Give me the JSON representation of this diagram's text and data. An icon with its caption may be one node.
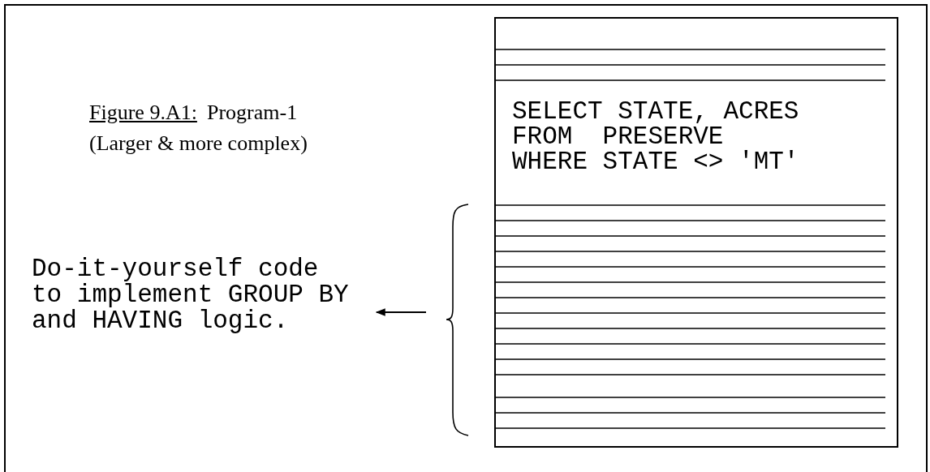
{
  "diagram": {
    "nodes": [
      {
        "text": [
          "SELECT STATE, ACRES",
          "FROM  PRESERVE",
          "WHERE STATE <> 'MT'"
        ]
      },
      {
        "text": [
          "Do-it-yourself code to implement GROUP BY and HAVING logic."
        ]
      }
    ],
    "edges": [
      {
        "from": null,
        "to": 1,
        "arrow": "to"
      }
    ],
    "labels": [
      "Figure 9.A1:",
      "Program-1",
      "(Larger & more complex)"
    ]
  }
}
